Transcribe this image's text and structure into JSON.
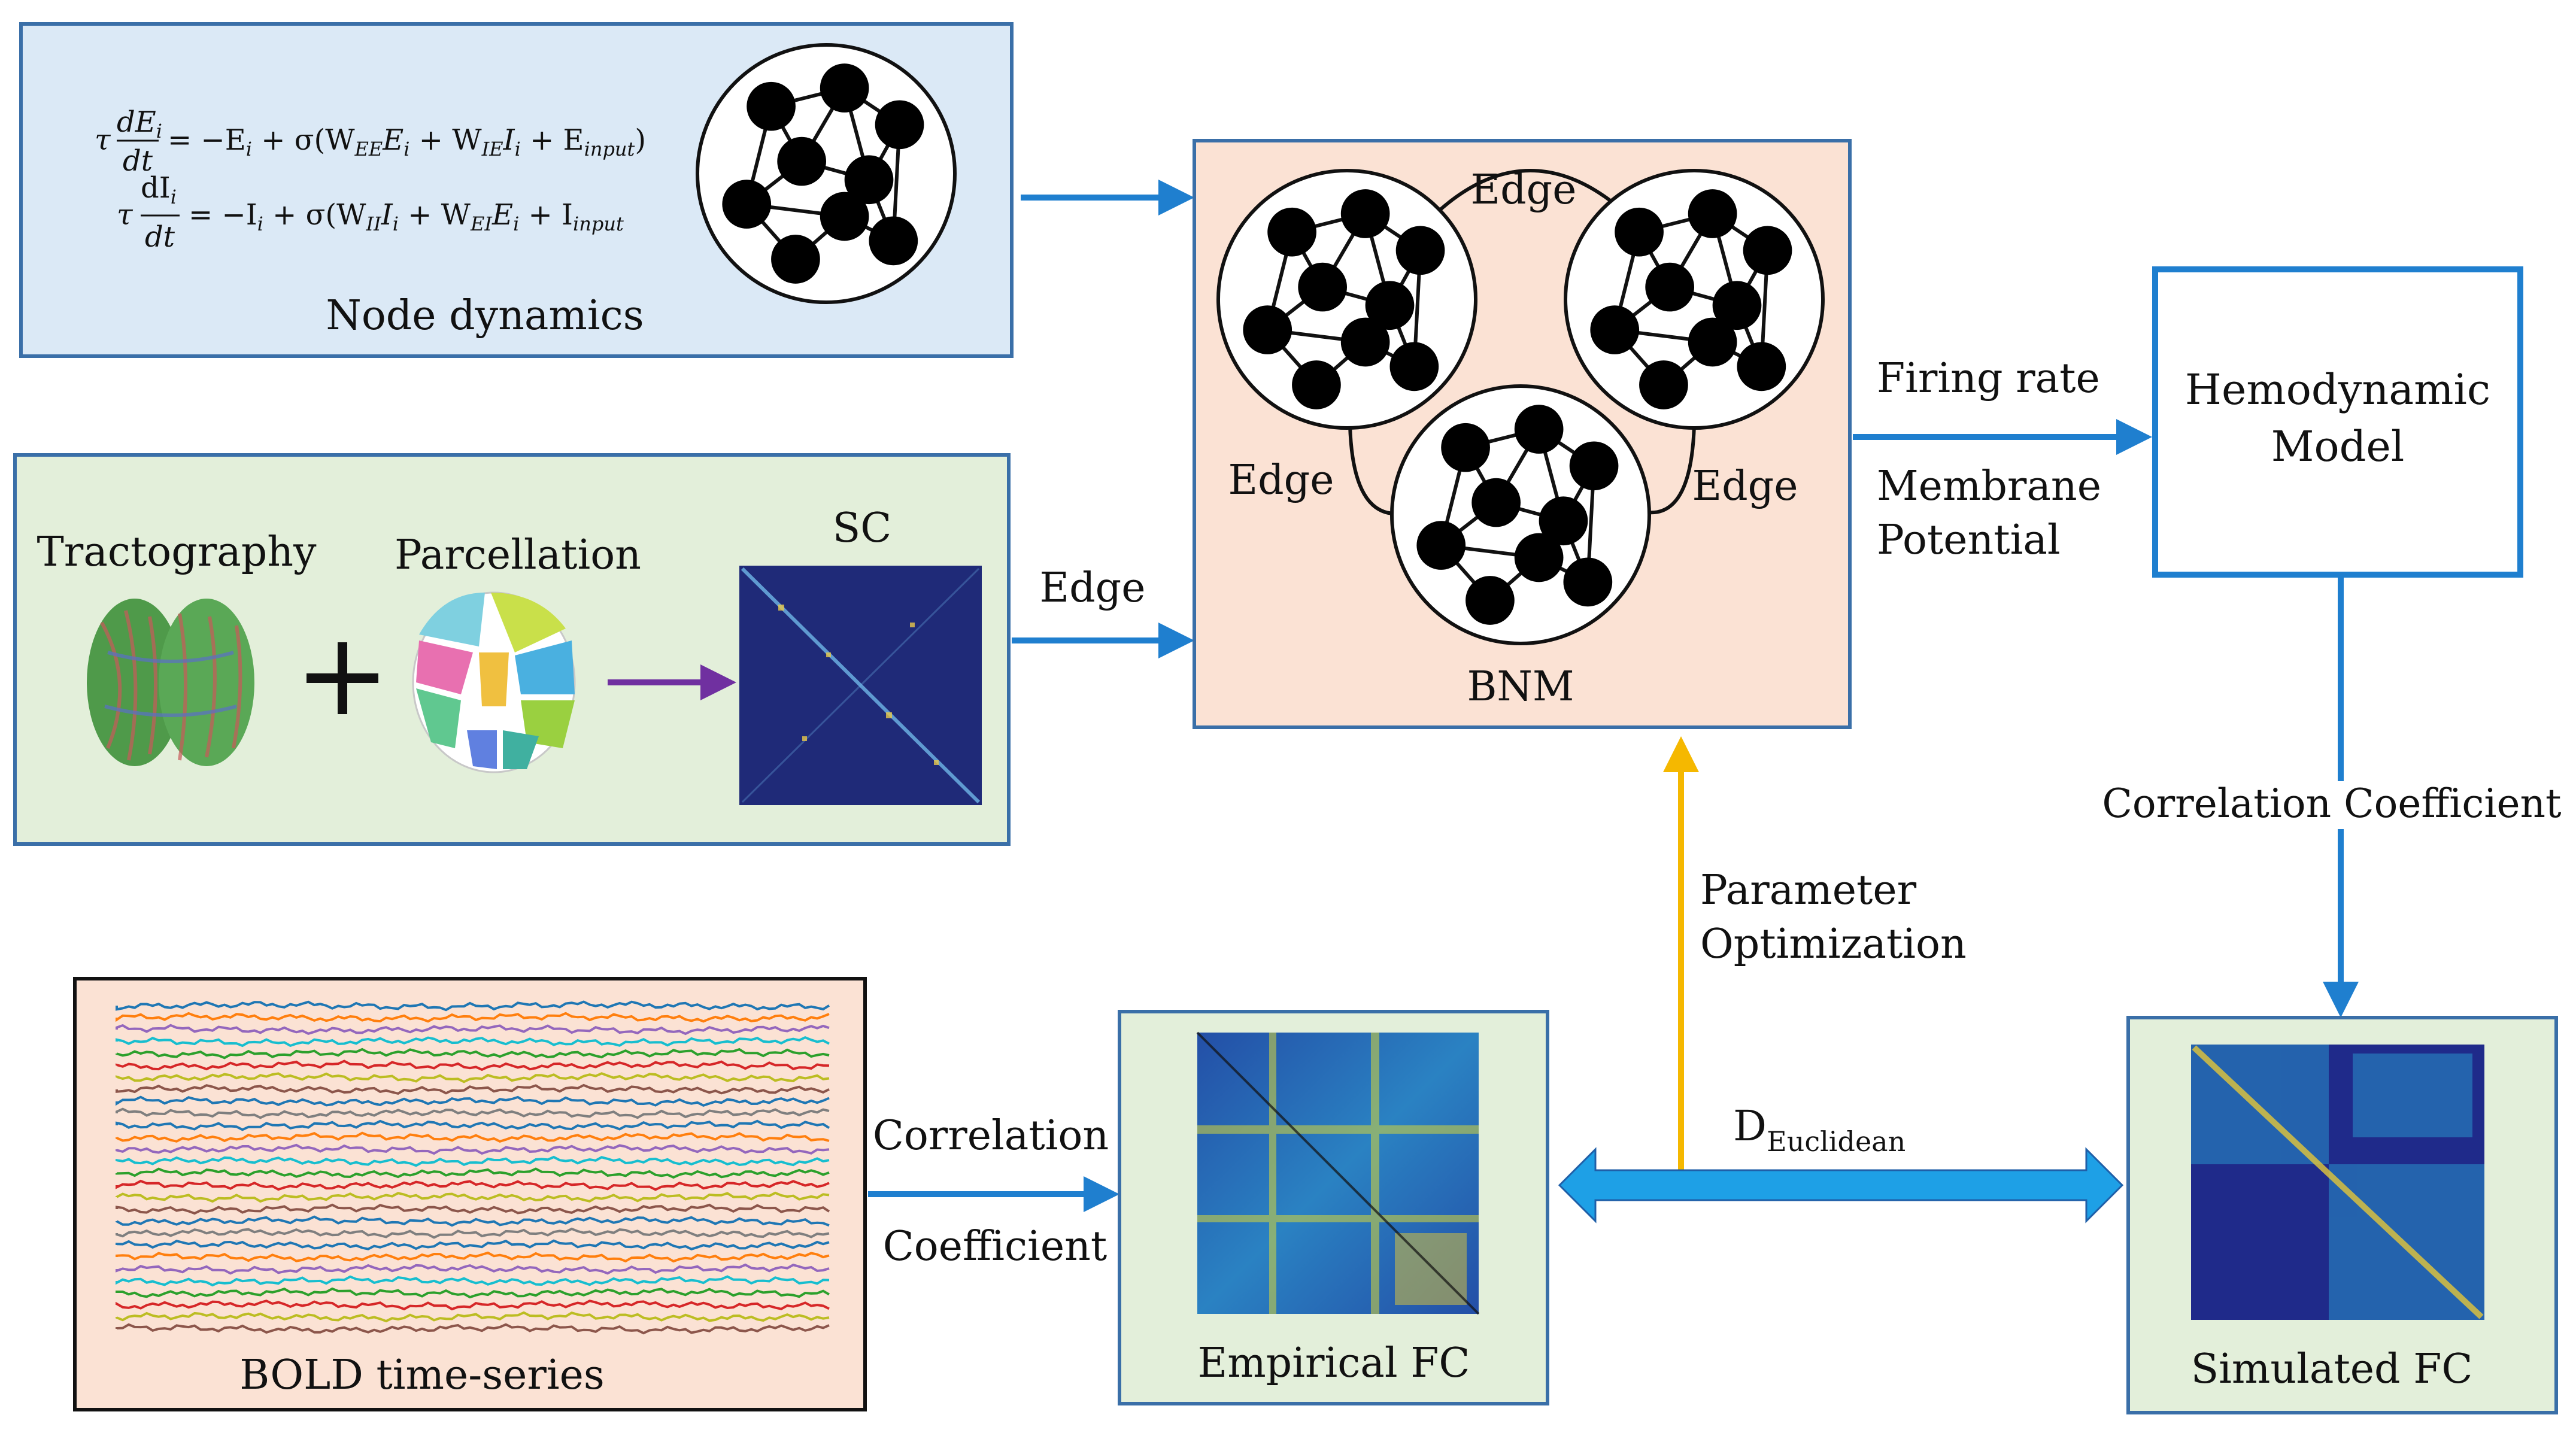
{
  "node_dynamics": {
    "title": "Node dynamics",
    "eq1_lhs_top": "dE",
    "eq1_lhs_top_sub": "i",
    "eq1_lhs_bottom": "dt",
    "eq1_rhs": "= −E",
    "eq1_rhs2": " + σ(W",
    "eq1_rhs3": "E",
    "eq1_rhs4": " + W",
    "eq1_rhs5": "I",
    "eq1_rhs6": " + E",
    "eq1_rhs7": ")",
    "eq2_lhs_top": "dI",
    "eq2_lhs_bottom": "dt",
    "eq2_rhs": "= −I",
    "eq2_rhs2": " + σ(W",
    "eq2_rhs3": "I",
    "eq2_rhs4": " + W",
    "eq2_rhs5": "E",
    "eq2_rhs6": " + I",
    "tau": "τ",
    "sub_i": "i",
    "sub_EE": "EE",
    "sub_IE": "IE",
    "sub_II": "II",
    "sub_EI": "EI",
    "sub_input": "input"
  },
  "structural": {
    "tractography": "Tractography",
    "parcellation": "Parcellation",
    "sc": "SC",
    "plus": "+"
  },
  "bnm": {
    "title": "BNM",
    "edge_top": "Edge",
    "edge_left": "Edge",
    "edge_right": "Edge"
  },
  "edge_arrow_label": "Edge",
  "firing_rate": "Firing rate",
  "membrane_1": "Membrane",
  "membrane_2": "Potential",
  "hemodynamic_1": "Hemodynamic",
  "hemodynamic_2": "Model",
  "corr_coeff_right": "Correlation Coefficient",
  "param_1": "Parameter",
  "param_2": "Optimization",
  "bold_title": "BOLD time-series",
  "corr_left_1": "Correlation",
  "corr_left_2": "Coefficient",
  "empirical_fc": "Empirical FC",
  "simulated_fc": "Simulated FC",
  "d_main": "D",
  "d_sub": "Euclidean",
  "colors": {
    "blue_panel": "#dbe9f6",
    "green_panel": "#e3efda",
    "peach_panel": "#fbe2d4",
    "arrow_blue": "#1f7fcf",
    "arrow_gold": "#f5b800",
    "arrow_purple": "#7030a0",
    "double_arrow": "#1ea0e6",
    "heatmap_dark": "#1f2a78"
  }
}
